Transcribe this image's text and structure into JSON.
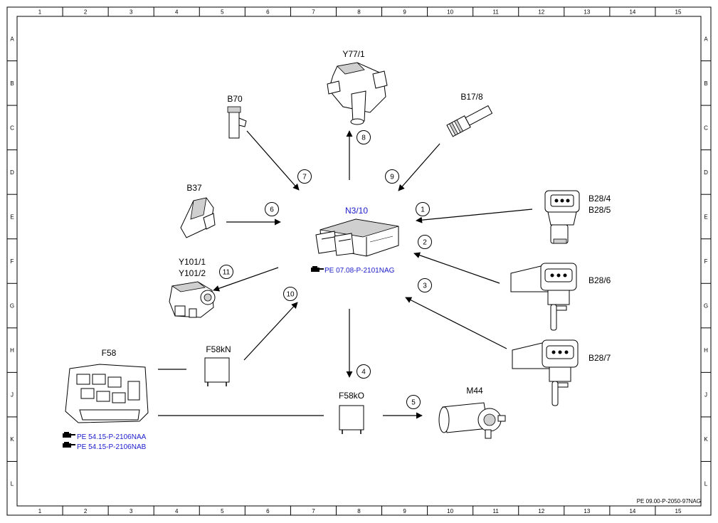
{
  "grid": {
    "cols": [
      "1",
      "2",
      "3",
      "4",
      "5",
      "6",
      "7",
      "8",
      "9",
      "10",
      "11",
      "12",
      "13",
      "14",
      "15"
    ],
    "rows": [
      "A",
      "B",
      "C",
      "D",
      "E",
      "F",
      "G",
      "H",
      "J",
      "K",
      "L"
    ]
  },
  "ecu": {
    "label": "N3/10",
    "ref_text": "PE 07.08-P-2101NAG"
  },
  "components": {
    "y77_1": "Y77/1",
    "b70": "B70",
    "b17_8": "B17/8",
    "b37": "B37",
    "b28_4": "B28/4",
    "b28_5": "B28/5",
    "b28_6": "B28/6",
    "b28_7": "B28/7",
    "y101_1": "Y101/1",
    "y101_2": "Y101/2",
    "f58": "F58",
    "f58kn": "F58kN",
    "f58ko": "F58kO",
    "m44": "M44"
  },
  "f58_refs": [
    "PE 54.15-P-2106NAA",
    "PE 54.15-P-2106NAB"
  ],
  "connections": [
    "1",
    "2",
    "3",
    "4",
    "5",
    "6",
    "7",
    "8",
    "9",
    "10",
    "11"
  ],
  "footer_code": "PE 09.00-P-2050-97NAG",
  "colors": {
    "link": "#1a1acc",
    "line": "#000000"
  }
}
